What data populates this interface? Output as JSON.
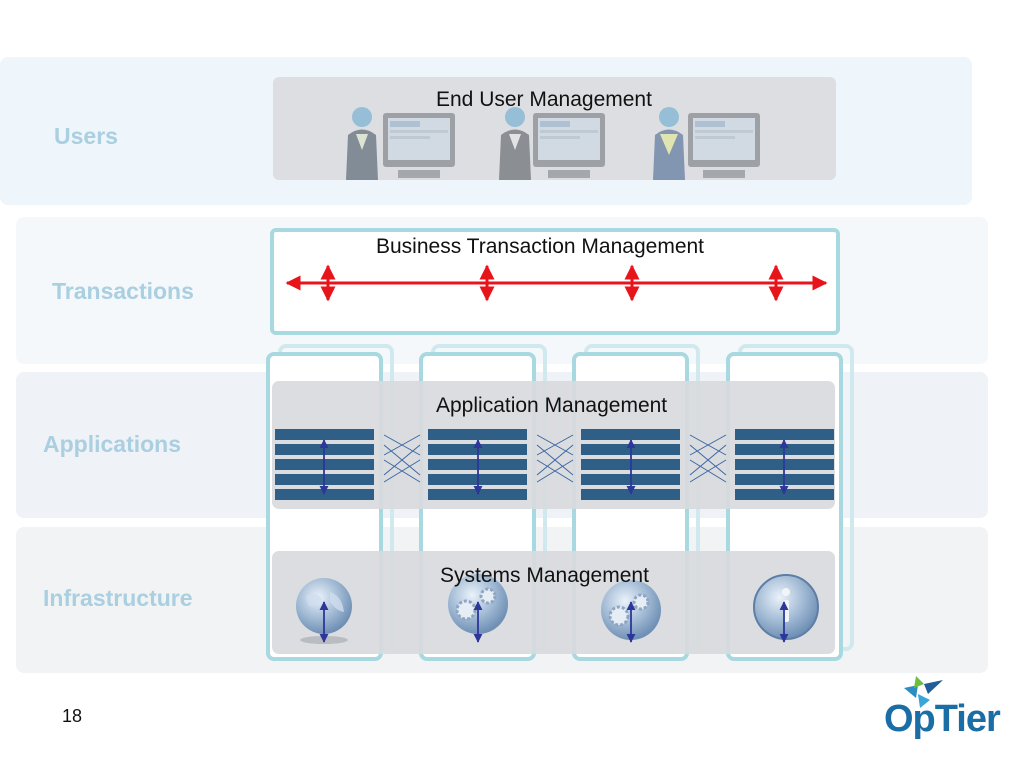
{
  "layers": [
    {
      "label": "Users",
      "management": "End User Management"
    },
    {
      "label": "Transactions",
      "management": "Business Transaction Management"
    },
    {
      "label": "Applications",
      "management": "Application Management"
    },
    {
      "label": "Infrastructure",
      "management": "Systems Management"
    }
  ],
  "page_number": "18",
  "logo": {
    "text": "OpTier"
  },
  "colors": {
    "transaction_arrow": "#e8141b",
    "server_rack": "#2f5f86",
    "vertical_arrow": "#2c3799",
    "column_border": "#a8d8e0",
    "band_label": "#a9cfe0"
  }
}
